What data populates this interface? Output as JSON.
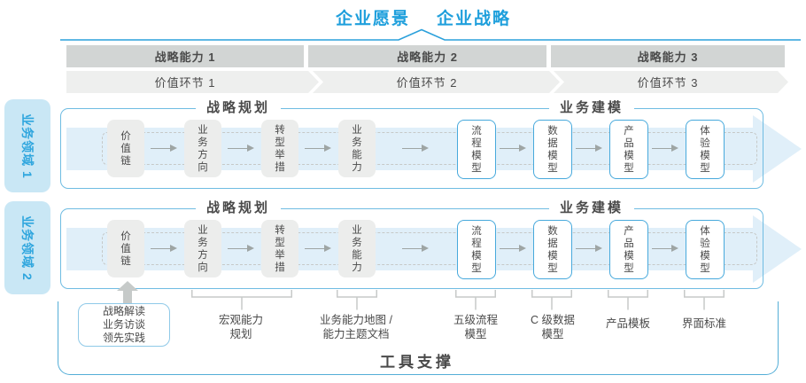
{
  "title": {
    "vision": "企业愿景",
    "strategy": "企业战略"
  },
  "capability_bars": [
    "战略能力 1",
    "战略能力 2",
    "战略能力 3"
  ],
  "value_links": [
    "价值环节 1",
    "价值环节 2",
    "价值环节 3"
  ],
  "domains": [
    "业务领域 1",
    "业务领域 2"
  ],
  "row": {
    "planning_header": "战略规划",
    "modeling_header": "业务建模",
    "planning_boxes": [
      "价值链",
      "业务方向",
      "转型举措",
      "业务能力"
    ],
    "modeling_boxes": [
      "流程模型",
      "数据模型",
      "产品模型",
      "体验模型"
    ]
  },
  "annotations": {
    "practice_box": [
      "战略解读",
      "业务访谈",
      "领先实践"
    ],
    "items": [
      {
        "lines": [
          "宏观能力",
          "规划"
        ]
      },
      {
        "lines": [
          "业务能力地图 /",
          "能力主题文档"
        ]
      },
      {
        "lines": [
          "五级流程",
          "模型"
        ]
      },
      {
        "lines": [
          "C 级数据",
          "模型"
        ]
      },
      {
        "lines": [
          "产品模板"
        ]
      },
      {
        "lines": [
          "界面标准"
        ]
      }
    ]
  },
  "footer": {
    "tool_support": "工具支撑"
  },
  "colors": {
    "accent_blue": "#1e9fdc",
    "frame_blue": "#6fbce2",
    "band_blue": "#e0eff9",
    "bar_gray": "#d2d5d4",
    "strip_gray": "#eeefee",
    "box_gray": "#ecedec",
    "sidebar_bg": "#c9e7f5",
    "text_dark": "#4a4a4a"
  }
}
